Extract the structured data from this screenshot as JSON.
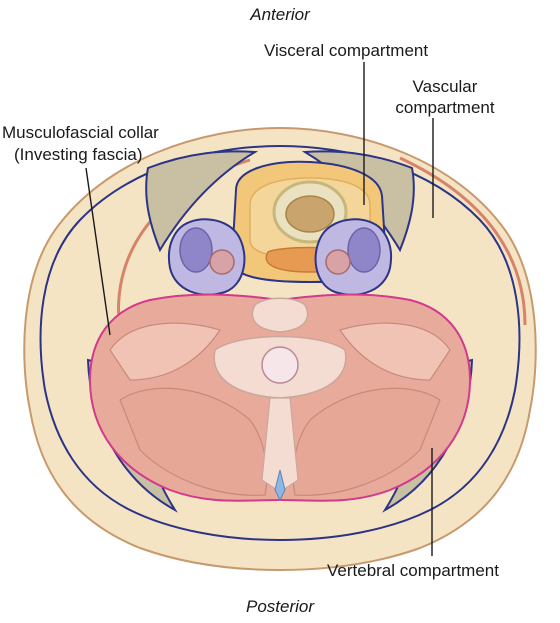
{
  "labels": {
    "anterior": "Anterior",
    "posterior": "Posterior",
    "visceral": "Visceral compartment",
    "vascular_line1": "Vascular",
    "vascular_line2": "compartment",
    "collar_line1": "Musculofascial collar",
    "collar_line2": "(Investing fascia)",
    "vertebral": "Vertebral compartment"
  },
  "colors": {
    "skin": "#f5e4c4",
    "skin_edge": "#c79a6e",
    "fascia_line": "#2c3585",
    "sheath_line": "#d23a8c",
    "muscle": "#e8aa9a",
    "muscle_light": "#f0c3b4",
    "muscle_grey": "#c9bfa3",
    "visceral": "#f2c77a",
    "vessel": "#8f86c9",
    "bone": "#f4dcd2"
  }
}
